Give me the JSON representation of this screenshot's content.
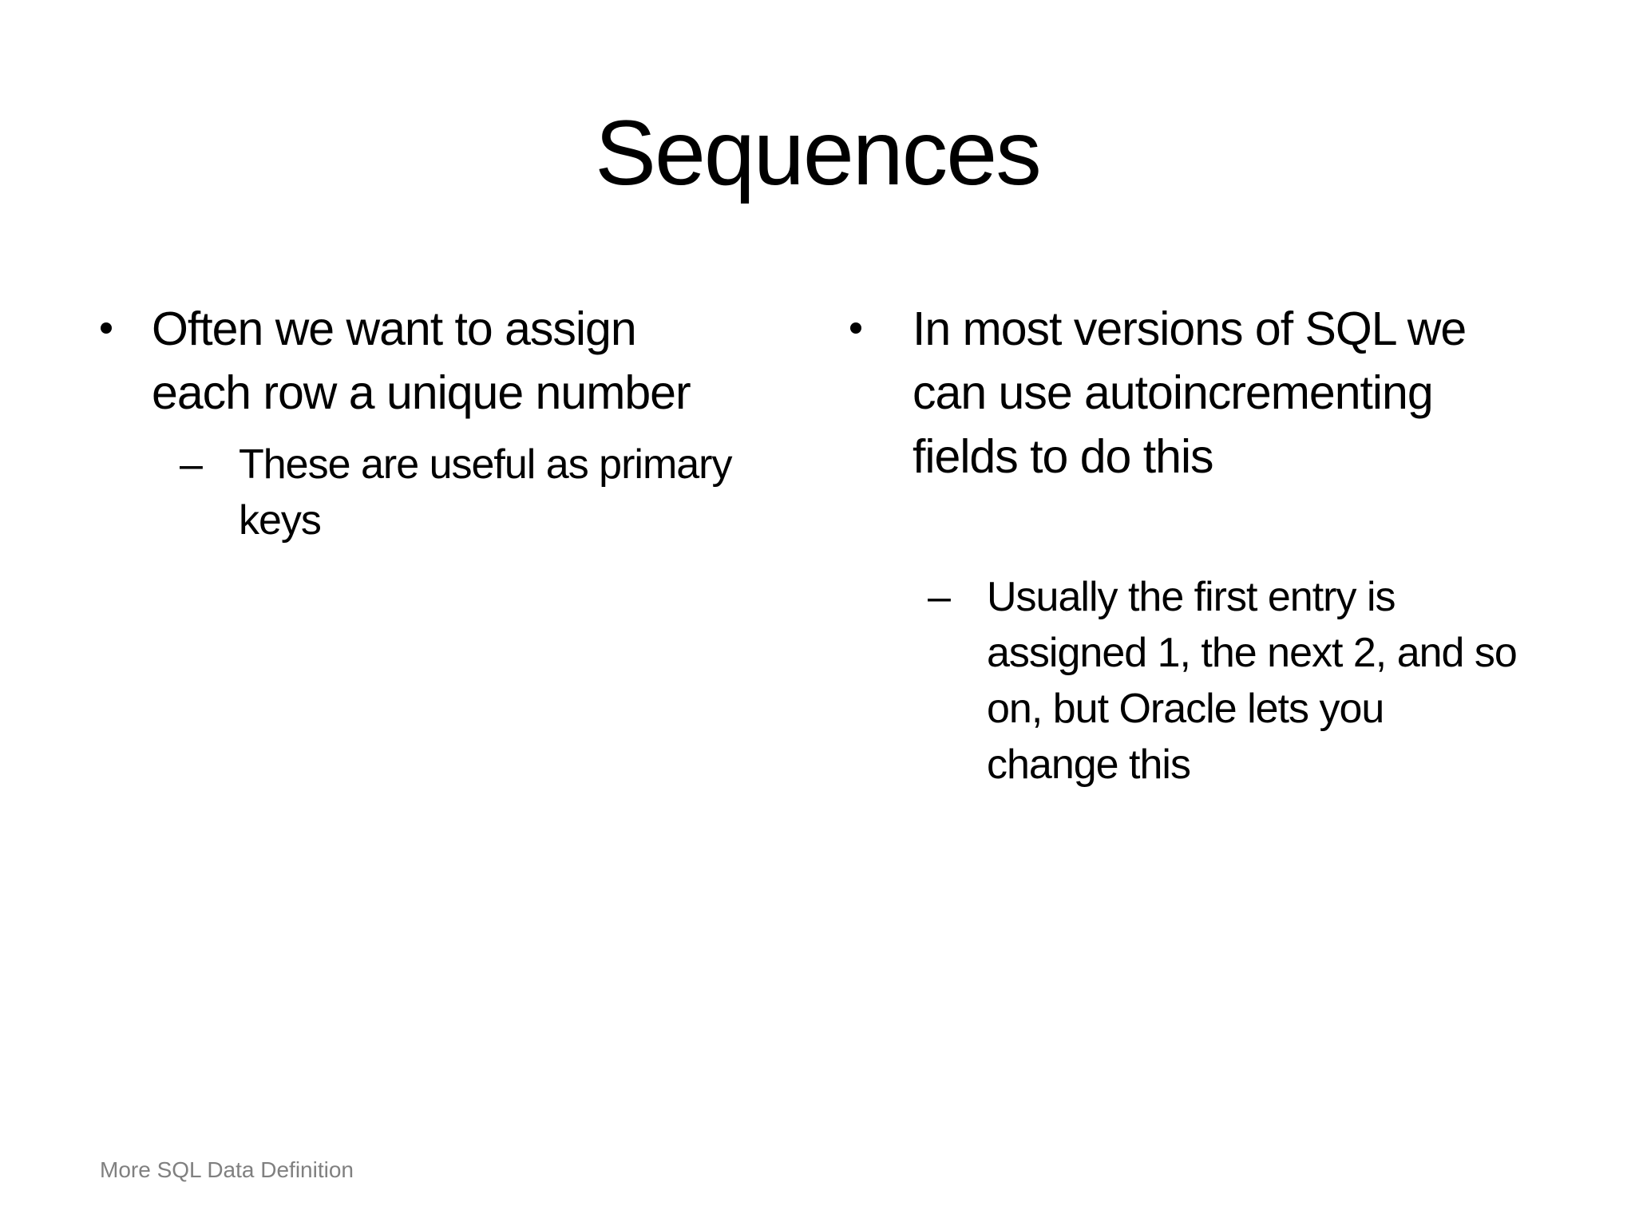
{
  "slide": {
    "title": "Sequences",
    "footer": "More SQL Data Definition"
  },
  "markers": {
    "level1": "•",
    "level2": "–"
  },
  "columns": [
    {
      "bullets": [
        {
          "level": 1,
          "text": "Often we want to assign\neach row a unique number"
        },
        {
          "level": 2,
          "text": "These are useful as primary\nkeys"
        }
      ]
    },
    {
      "bullets": [
        {
          "level": 1,
          "text": "In most versions of SQL we\ncan use autoincrementing\nfields to do this"
        },
        {
          "level": 2,
          "text": "Usually the first entry is\nassigned 1, the next 2, and so\non, but Oracle lets you\nchange this"
        }
      ]
    }
  ],
  "colors": {
    "background": "#ffffff",
    "text": "#000000",
    "footer_text": "#808080"
  }
}
